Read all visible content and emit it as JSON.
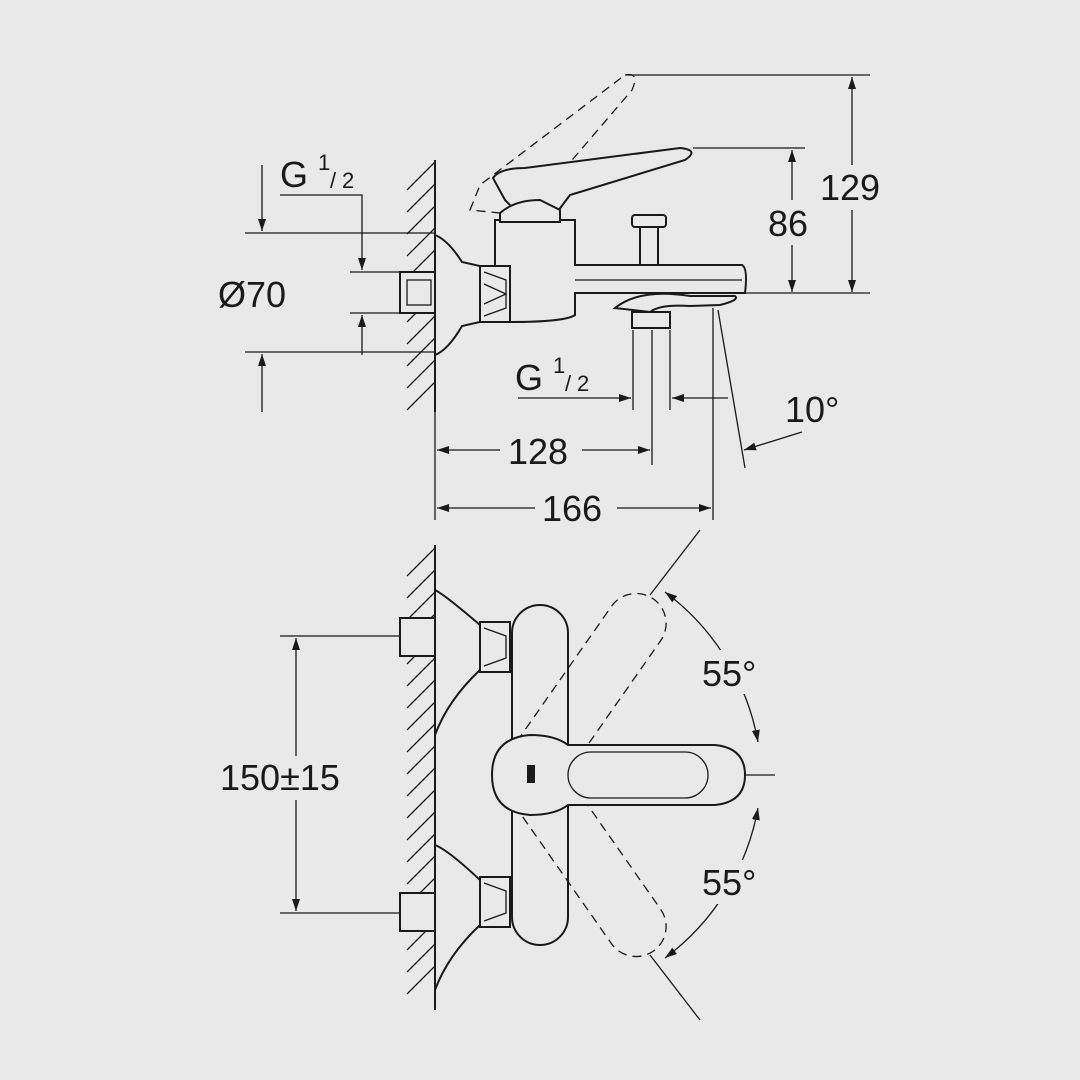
{
  "drawing": {
    "side_view": {
      "inlet_thread": {
        "label": "G",
        "fraction_num": "1",
        "fraction_den": "2"
      },
      "escutcheon_diameter": "Ø70",
      "height_total": "129",
      "height_spout": "86",
      "outlet_thread": {
        "label": "G",
        "fraction_num": "1",
        "fraction_den": "2"
      },
      "spout_angle": "10°",
      "projection_outlet": "128",
      "projection_total": "166"
    },
    "top_view": {
      "lever_angle_up": "55°",
      "lever_angle_down": "55°",
      "inlet_spacing": "150±15"
    }
  }
}
